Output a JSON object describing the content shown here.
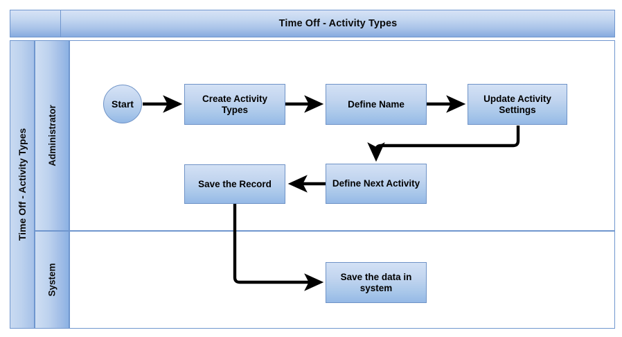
{
  "diagram": {
    "type": "swimlane-flowchart",
    "pool": {
      "title": "Time Off - Activity Types",
      "side_label": "Time Off - Activity Types"
    },
    "lanes": [
      {
        "id": "administrator",
        "label": "Administrator"
      },
      {
        "id": "system",
        "label": "System"
      }
    ],
    "nodes": [
      {
        "id": "start",
        "label": "Start",
        "shape": "circle",
        "lane": "administrator"
      },
      {
        "id": "create-activity",
        "label": "Create Activity Types",
        "shape": "rect",
        "lane": "administrator"
      },
      {
        "id": "define-name",
        "label": "Define Name",
        "shape": "rect",
        "lane": "administrator"
      },
      {
        "id": "update-settings",
        "label": "Update Activity Settings",
        "shape": "rect",
        "lane": "administrator"
      },
      {
        "id": "define-next",
        "label": "Define Next Activity",
        "shape": "rect",
        "lane": "administrator"
      },
      {
        "id": "save-record",
        "label": "Save the Record",
        "shape": "rect",
        "lane": "administrator"
      },
      {
        "id": "save-data",
        "label": "Save the data in system",
        "shape": "rect",
        "lane": "system"
      }
    ],
    "edges": [
      {
        "from": "start",
        "to": "create-activity"
      },
      {
        "from": "create-activity",
        "to": "define-name"
      },
      {
        "from": "define-name",
        "to": "update-settings"
      },
      {
        "from": "update-settings",
        "to": "define-next"
      },
      {
        "from": "define-next",
        "to": "save-record"
      },
      {
        "from": "save-record",
        "to": "save-data"
      }
    ],
    "colors": {
      "node_fill_top": "#d3e1f5",
      "node_fill_bottom": "#95b9e6",
      "node_border": "#6e92c6",
      "lane_border": "#6f96ce",
      "connector": "#000000",
      "text": "#000000",
      "background": "#ffffff"
    }
  }
}
